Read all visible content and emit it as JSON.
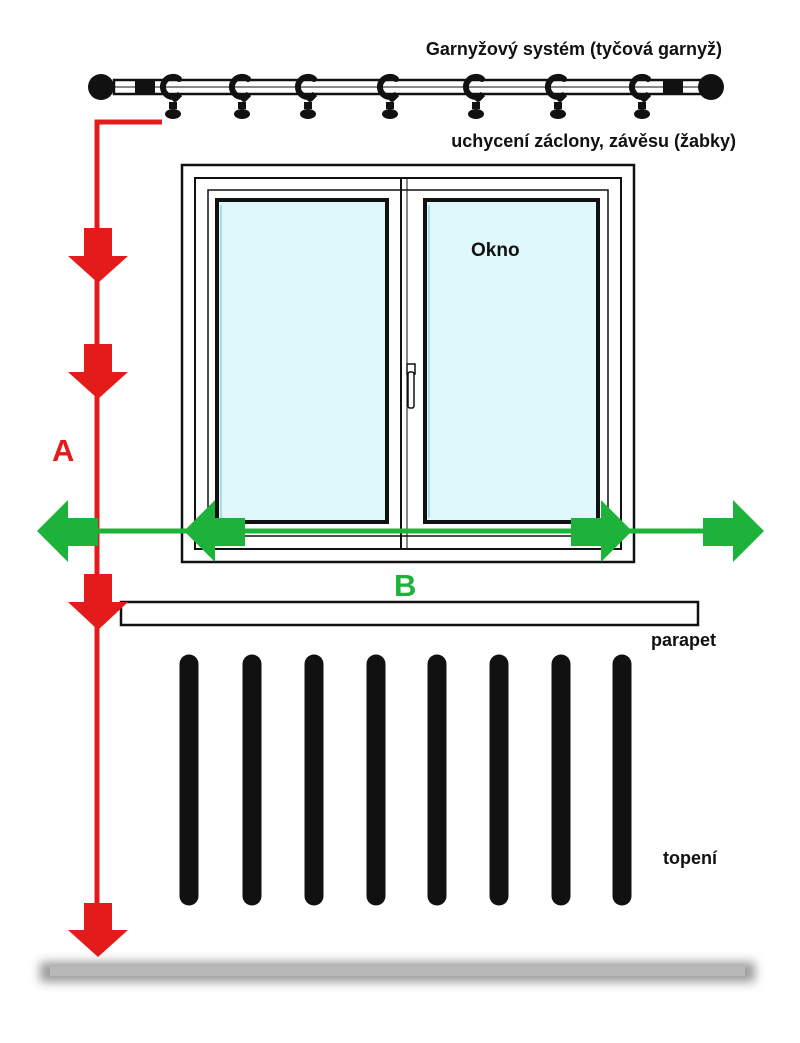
{
  "labels": {
    "rod_system": "Garnyžový systém (tyčová garnyž)",
    "curtain_hooks": "uchycení záclony, závěsu (žabky)",
    "window": "Okno",
    "height_dimension": "A",
    "width_dimension": "B",
    "sill": "parapet",
    "radiator": "topení"
  },
  "colors": {
    "height_arrow": "#e31b1b",
    "width_arrow": "#1db33a",
    "glass": "#dff8fb",
    "outline": "#111111",
    "floor_shadow": "#9a9a9a"
  },
  "icons": {
    "hook": "curtain-ring-hook",
    "rod_end": "finial-ball",
    "handle": "window-handle"
  },
  "counts": {
    "hooks": 7,
    "radiator_fins": 8
  }
}
